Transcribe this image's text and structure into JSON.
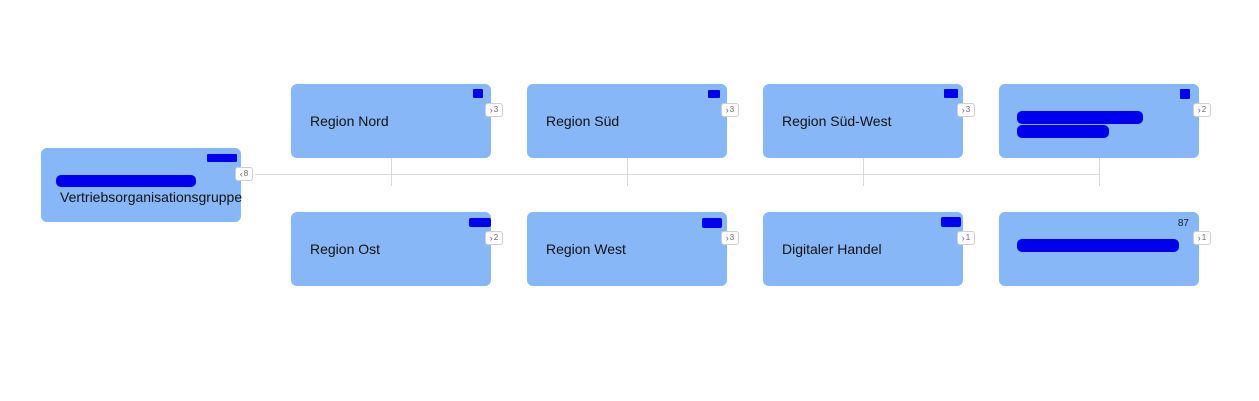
{
  "root": {
    "label": "Vertriebsorganisationsgruppe",
    "expander_count": "8",
    "expander_icon": "chevron-left-icon"
  },
  "nodes": [
    {
      "label": "Region Nord",
      "expander_count": "3",
      "expander_icon": "chevron-right-icon"
    },
    {
      "label": "Region Süd",
      "expander_count": "3",
      "expander_icon": "chevron-right-icon"
    },
    {
      "label": "Region Süd-West",
      "expander_count": "3",
      "expander_icon": "chevron-right-icon"
    },
    {
      "label": "",
      "expander_count": "2",
      "expander_icon": "chevron-right-icon"
    },
    {
      "label": "Region Ost",
      "expander_count": "2",
      "expander_icon": "chevron-right-icon"
    },
    {
      "label": "Region West",
      "expander_count": "3",
      "expander_icon": "chevron-right-icon"
    },
    {
      "label": "Digitaler Handel",
      "expander_count": "1",
      "expander_icon": "chevron-right-icon"
    },
    {
      "label": "",
      "badge": "87",
      "expander_count": "1",
      "expander_icon": "chevron-right-icon"
    }
  ],
  "colors": {
    "node_fill": "#88b7f7",
    "redaction": "#0000ee",
    "connector": "#d9d9d9"
  }
}
